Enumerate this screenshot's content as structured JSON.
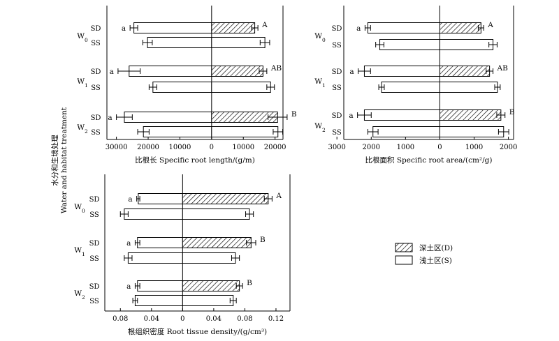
{
  "figure": {
    "ylabel_cn": "水分和生境处理",
    "ylabel_en": "Water and habitat treatment",
    "legend": [
      {
        "label": "深土区(D)",
        "pattern": "hatch"
      },
      {
        "label": "浅土区(S)",
        "pattern": "open"
      }
    ]
  },
  "chart_data": [
    {
      "type": "bar",
      "orientation": "horizontal-mirrored",
      "xlabel": "比根长 Specific root length/(g/m)",
      "xticks": [
        "30000",
        "20000",
        "10000",
        "0",
        "10000",
        "20000"
      ],
      "xlim": [
        -33000,
        22500
      ],
      "groups": [
        {
          "name": "W",
          "sub": "0",
          "rows": [
            {
              "label": "SD",
              "left": 24500,
              "left_err": 1200,
              "left_sig": "a",
              "right": 13600,
              "right_err": 1000,
              "right_sig": "A"
            },
            {
              "label": "SS",
              "left": 20200,
              "left_err": 1500,
              "left_sig": "",
              "right": 16800,
              "right_err": 1500,
              "right_sig": ""
            }
          ]
        },
        {
          "name": "W",
          "sub": "1",
          "rows": [
            {
              "label": "SD",
              "left": 26000,
              "left_err": 3500,
              "left_sig": "a",
              "right": 16200,
              "right_err": 1200,
              "right_sig": "AB"
            },
            {
              "label": "SS",
              "left": 18500,
              "left_err": 1200,
              "left_sig": "",
              "right": 18600,
              "right_err": 1200,
              "right_sig": ""
            }
          ]
        },
        {
          "name": "W",
          "sub": "2",
          "rows": [
            {
              "label": "SD",
              "left": 27500,
              "left_err": 2500,
              "left_sig": "a",
              "right": 20800,
              "right_err": 3000,
              "right_sig": "B"
            },
            {
              "label": "SS",
              "left": 21500,
              "left_err": 1800,
              "left_sig": "",
              "right": 20900,
              "right_err": 1500,
              "right_sig": ""
            }
          ]
        }
      ]
    },
    {
      "type": "bar",
      "orientation": "horizontal-mirrored",
      "xlabel": "比根面积 Specific root area/(cm²/g)",
      "xticks": [
        "3000",
        "2000",
        "1000",
        "0",
        "1000",
        "2000"
      ],
      "xlim": [
        -2800,
        2150
      ],
      "groups": [
        {
          "name": "W",
          "sub": "0",
          "rows": [
            {
              "label": "SD",
              "left": 2100,
              "left_err": 80,
              "left_sig": "a",
              "right": 1200,
              "right_err": 80,
              "right_sig": "A"
            },
            {
              "label": "SS",
              "left": 1750,
              "left_err": 120,
              "left_sig": "",
              "right": 1550,
              "right_err": 120,
              "right_sig": ""
            }
          ]
        },
        {
          "name": "W",
          "sub": "1",
          "rows": [
            {
              "label": "SD",
              "left": 2200,
              "left_err": 180,
              "left_sig": "a",
              "right": 1450,
              "right_err": 100,
              "right_sig": "AB"
            },
            {
              "label": "SS",
              "left": 1700,
              "left_err": 80,
              "left_sig": "",
              "right": 1680,
              "right_err": 80,
              "right_sig": ""
            }
          ]
        },
        {
          "name": "W",
          "sub": "2",
          "rows": [
            {
              "label": "SD",
              "left": 2200,
              "left_err": 200,
              "left_sig": "a",
              "right": 1780,
              "right_err": 120,
              "right_sig": "B"
            },
            {
              "label": "SS",
              "left": 1950,
              "left_err": 150,
              "left_sig": "",
              "right": 1860,
              "right_err": 150,
              "right_sig": ""
            }
          ]
        }
      ]
    },
    {
      "type": "bar",
      "orientation": "horizontal-mirrored",
      "xlabel": "根组织密度 Root tissue density/(g/cm³)",
      "xticks": [
        "0.08",
        "0.04",
        "0",
        "0.04",
        "0.08",
        "0.12"
      ],
      "xlim": [
        -0.1,
        0.138
      ],
      "groups": [
        {
          "name": "W",
          "sub": "0",
          "rows": [
            {
              "label": "SD",
              "left": 0.057,
              "left_err": 0.002,
              "left_sig": "a",
              "right": 0.11,
              "right_err": 0.005,
              "right_sig": "A"
            },
            {
              "label": "SS",
              "left": 0.075,
              "left_err": 0.005,
              "left_sig": "",
              "right": 0.086,
              "right_err": 0.005,
              "right_sig": ""
            }
          ]
        },
        {
          "name": "W",
          "sub": "1",
          "rows": [
            {
              "label": "SD",
              "left": 0.058,
              "left_err": 0.003,
              "left_sig": "a",
              "right": 0.088,
              "right_err": 0.006,
              "right_sig": "B"
            },
            {
              "label": "SS",
              "left": 0.07,
              "left_err": 0.005,
              "left_sig": "",
              "right": 0.068,
              "right_err": 0.005,
              "right_sig": ""
            }
          ]
        },
        {
          "name": "W",
          "sub": "2",
          "rows": [
            {
              "label": "SD",
              "left": 0.058,
              "left_err": 0.003,
              "left_sig": "a",
              "right": 0.073,
              "right_err": 0.004,
              "right_sig": "B"
            },
            {
              "label": "SS",
              "left": 0.061,
              "left_err": 0.003,
              "left_sig": "",
              "right": 0.065,
              "right_err": 0.004,
              "right_sig": ""
            }
          ]
        }
      ]
    }
  ]
}
